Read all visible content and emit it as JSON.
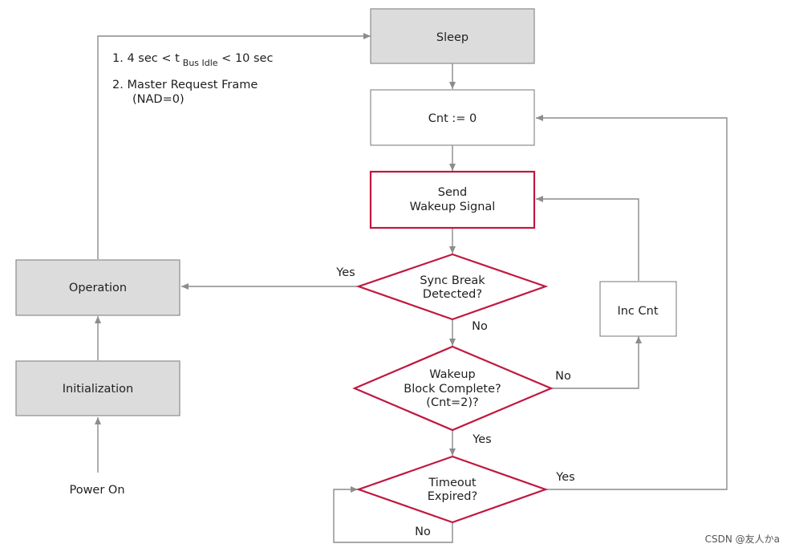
{
  "diagram": {
    "notes": {
      "item1_prefix": "1.  4 sec < t",
      "item1_subscript": "Bus Idle",
      "item1_suffix": " < 10 sec",
      "item2_line1": "2.  Master Request Frame",
      "item2_line2": "(NAD=0)"
    },
    "nodes": {
      "sleep": "Sleep",
      "cnt_reset": "Cnt := 0",
      "send_line1": "Send",
      "send_line2": "Wakeup Signal",
      "sync_line1": "Sync Break",
      "sync_line2": "Detected?",
      "wakeup_line1": "Wakeup",
      "wakeup_line2": "Block Complete?",
      "wakeup_line3": "(Cnt=2)?",
      "timeout_line1": "Timeout",
      "timeout_line2": "Expired?",
      "inc_cnt": "Inc Cnt",
      "operation": "Operation",
      "initialization": "Initialization",
      "power_on": "Power On"
    },
    "edge_labels": {
      "sync_yes": "Yes",
      "sync_no": "No",
      "wakeup_no": "No",
      "wakeup_yes": "Yes",
      "timeout_yes": "Yes",
      "timeout_no": "No"
    },
    "watermark": "CSDN @友人かa",
    "colors": {
      "grey_fill": "#dcdcdc",
      "box_border": "#8c8c8c",
      "accent_red": "#c0183f",
      "arrow": "#8c8c8c"
    }
  }
}
